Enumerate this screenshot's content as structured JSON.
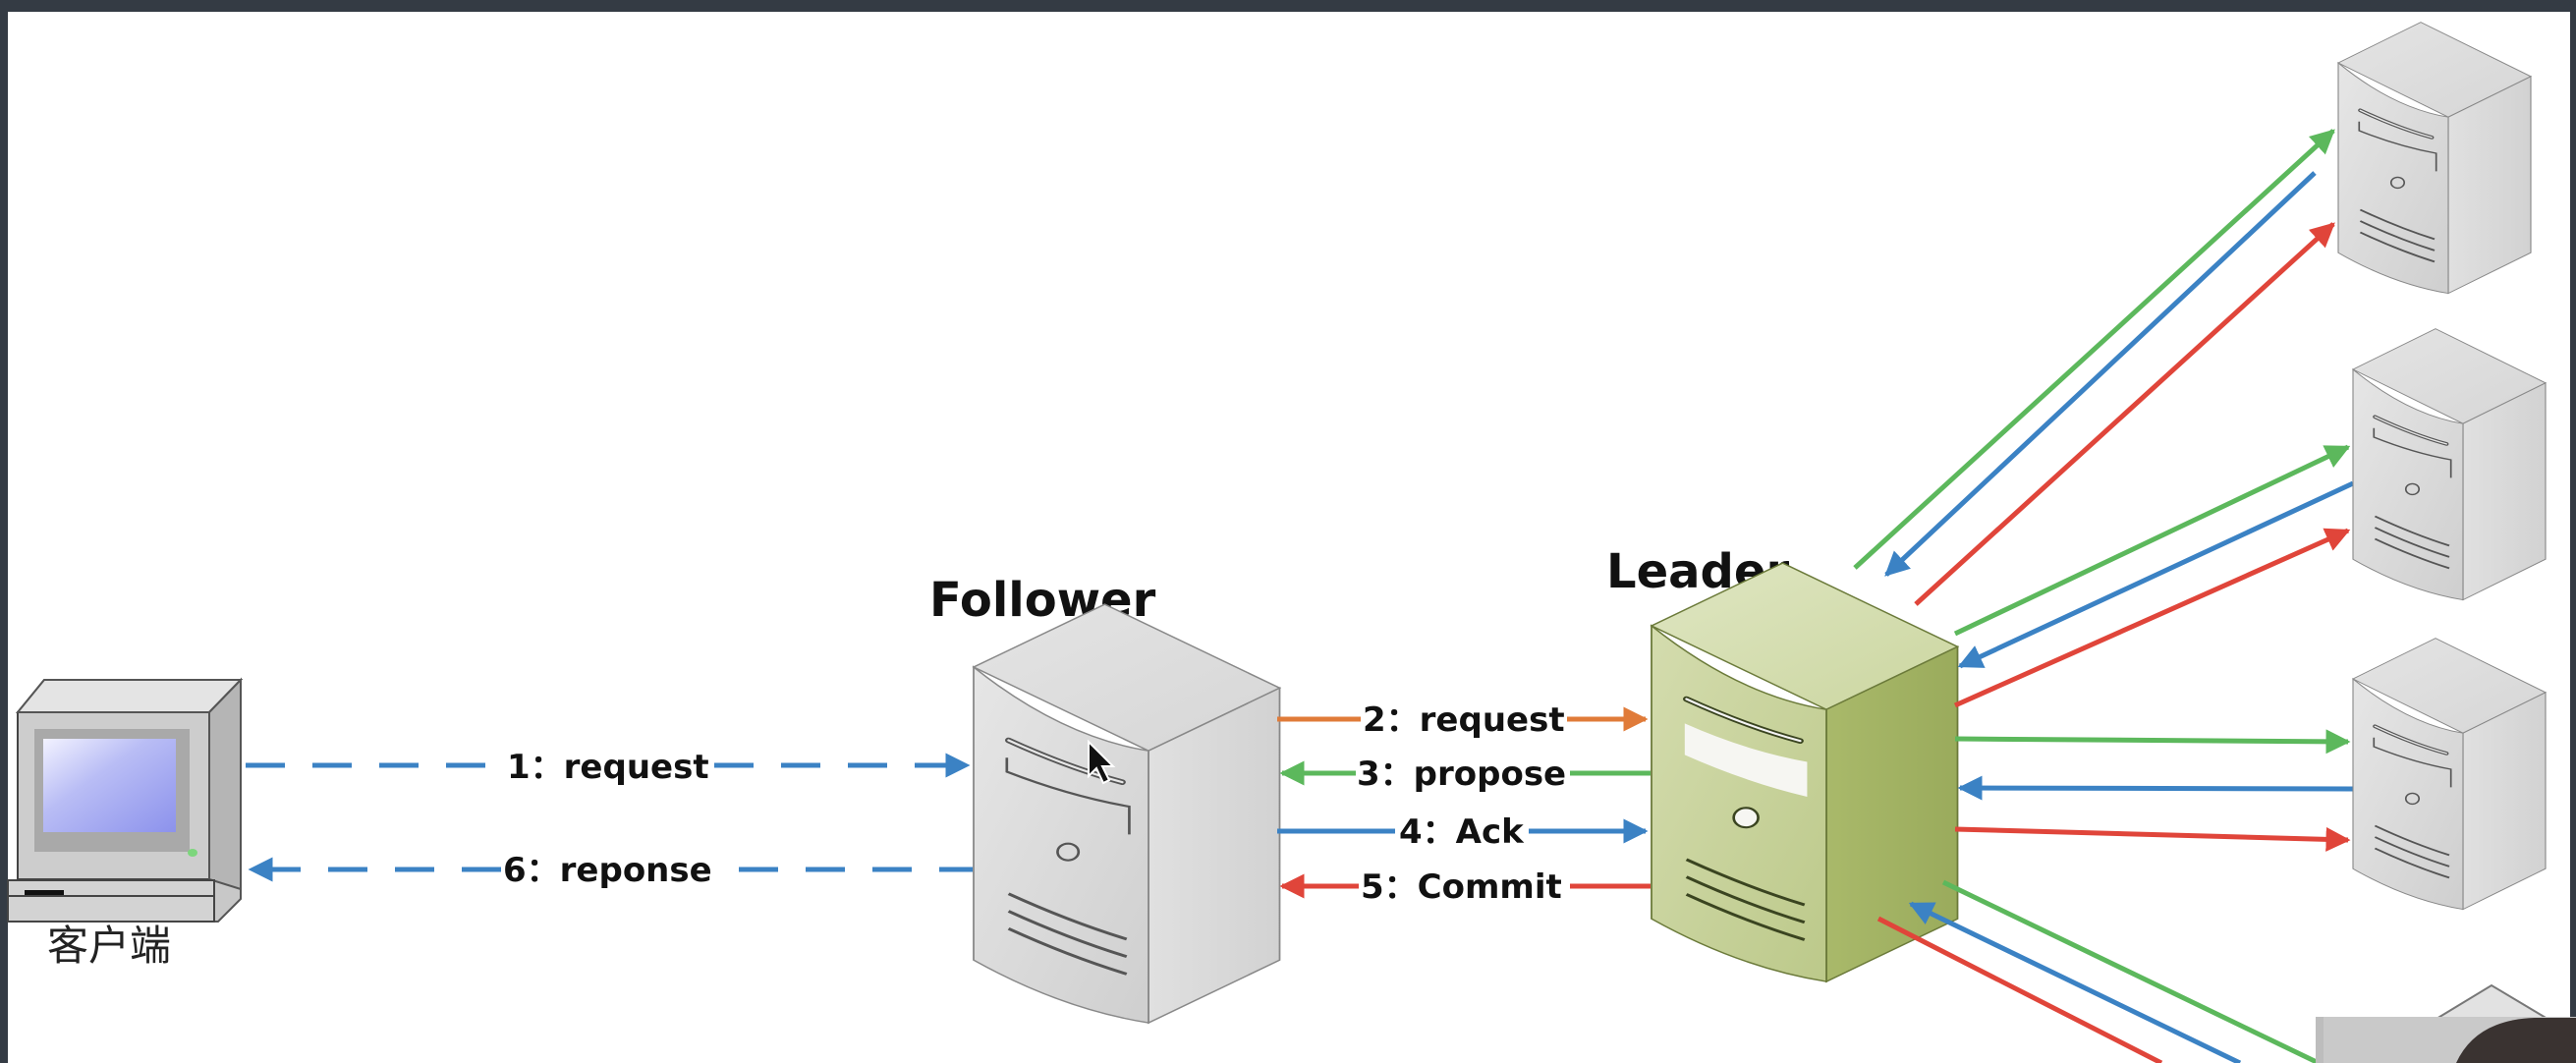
{
  "diagram": {
    "client_label": "客户端",
    "follower_label": "Follower",
    "leader_label": "Leader",
    "steps": [
      {
        "id": "1",
        "text": "1：request",
        "from": "client",
        "to": "follower",
        "color": "#3b82c4",
        "style": "dashed"
      },
      {
        "id": "2",
        "text": "2：request",
        "from": "follower",
        "to": "leader",
        "color": "#e07b39",
        "style": "solid"
      },
      {
        "id": "3",
        "text": "3：propose",
        "from": "leader",
        "to": "follower",
        "color": "#5cb85c",
        "style": "solid"
      },
      {
        "id": "4",
        "text": "4：Ack",
        "from": "follower",
        "to": "leader",
        "color": "#3b82c4",
        "style": "solid"
      },
      {
        "id": "5",
        "text": "5：Commit",
        "from": "leader",
        "to": "follower",
        "color": "#e0453a",
        "style": "solid"
      },
      {
        "id": "6",
        "text": "6：reponse",
        "from": "follower",
        "to": "client",
        "color": "#3b82c4",
        "style": "dashed"
      }
    ],
    "leader_fanout": {
      "propose_color": "#5cb85c",
      "ack_color": "#3b82c4",
      "commit_color": "#e0453a",
      "other_followers": 4
    },
    "colors": {
      "follower_server": "#d9d9d9",
      "leader_server": "#b3c27a",
      "window_frame": "#343b44"
    }
  }
}
